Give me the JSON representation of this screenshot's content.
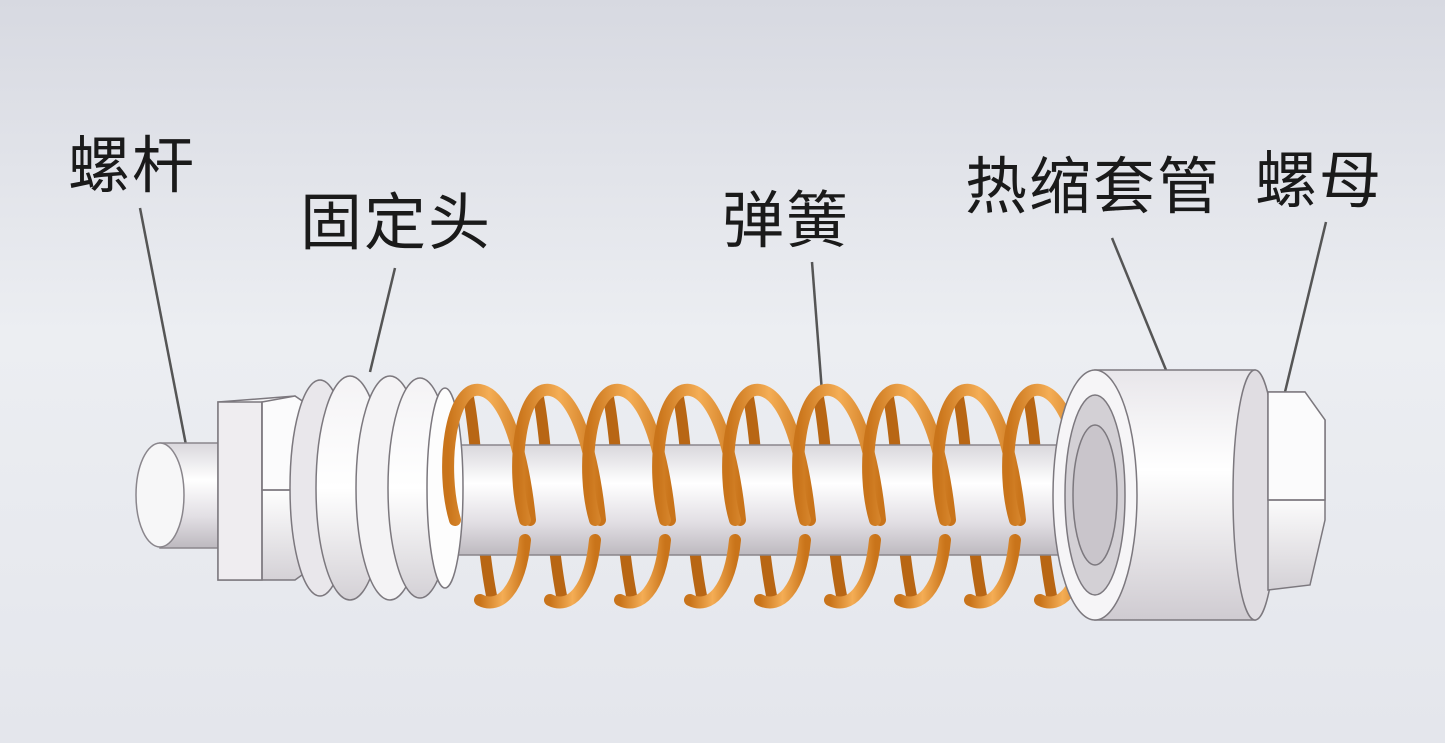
{
  "labels": {
    "screw_rod": "螺杆",
    "fixed_head": "固定头",
    "spring": "弹簧",
    "heat_shrink_sleeve": "热缩套管",
    "nut": "螺母"
  },
  "colors": {
    "spring": "#e0902a",
    "metal": "#f2f2f4",
    "leader": "#555555"
  }
}
